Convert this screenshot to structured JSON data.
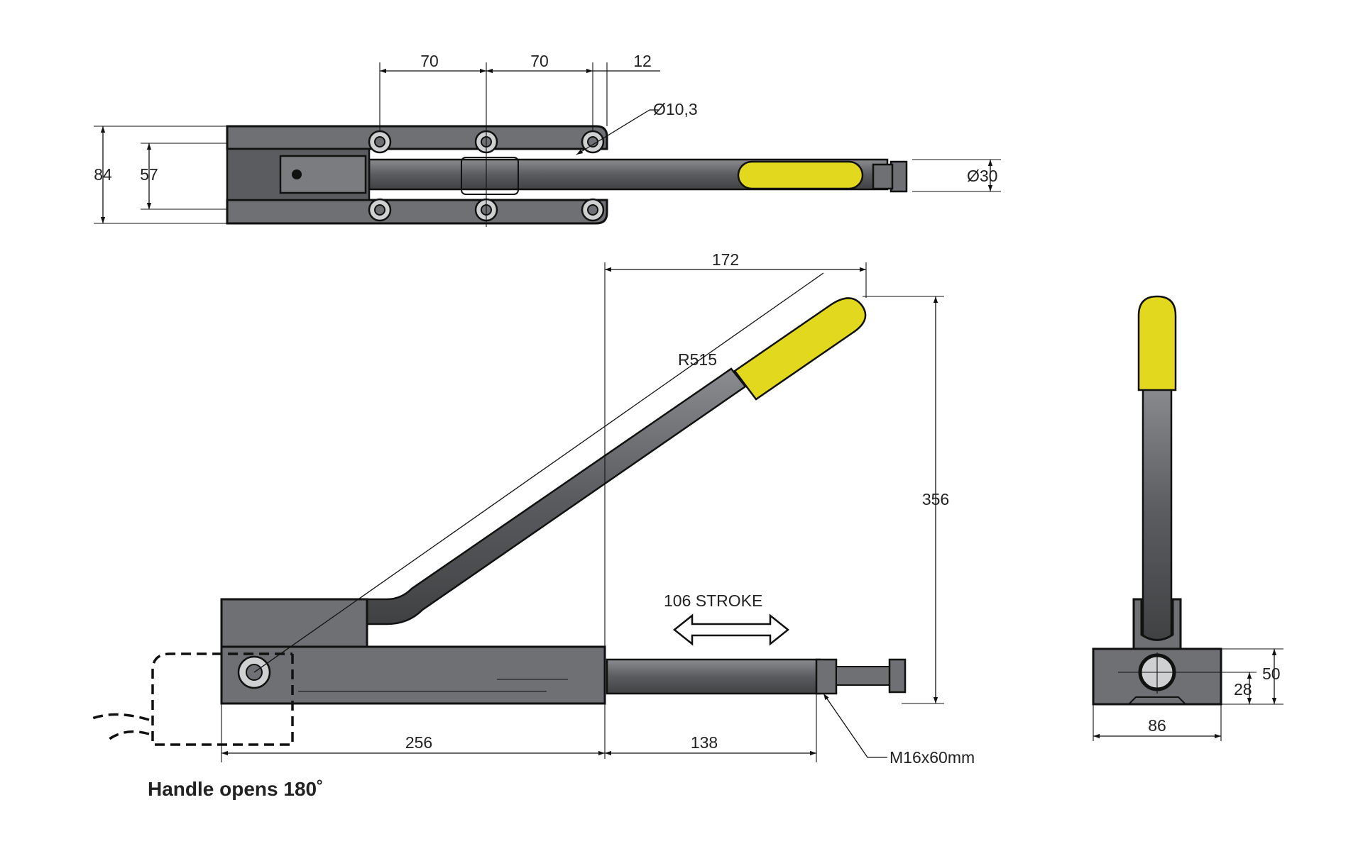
{
  "dimensions": {
    "top_spacing_1": "70",
    "top_spacing_2": "70",
    "top_edge": "12",
    "hole_dia": "Ø10,3",
    "top_width": "84",
    "top_inner_width": "57",
    "rod_dia": "Ø30",
    "handle_reach": "172",
    "handle_radius": "R515",
    "height": "356",
    "stroke": "106 STROKE",
    "base_length": "256",
    "rod_extension": "138",
    "bolt": "M16x60mm",
    "side_height": "50",
    "side_axis_height": "28",
    "side_width": "86"
  },
  "caption": "Handle opens 180˚",
  "colors": {
    "metal": "#6e7073",
    "grip": "#e2d81e",
    "line": "#111111"
  }
}
